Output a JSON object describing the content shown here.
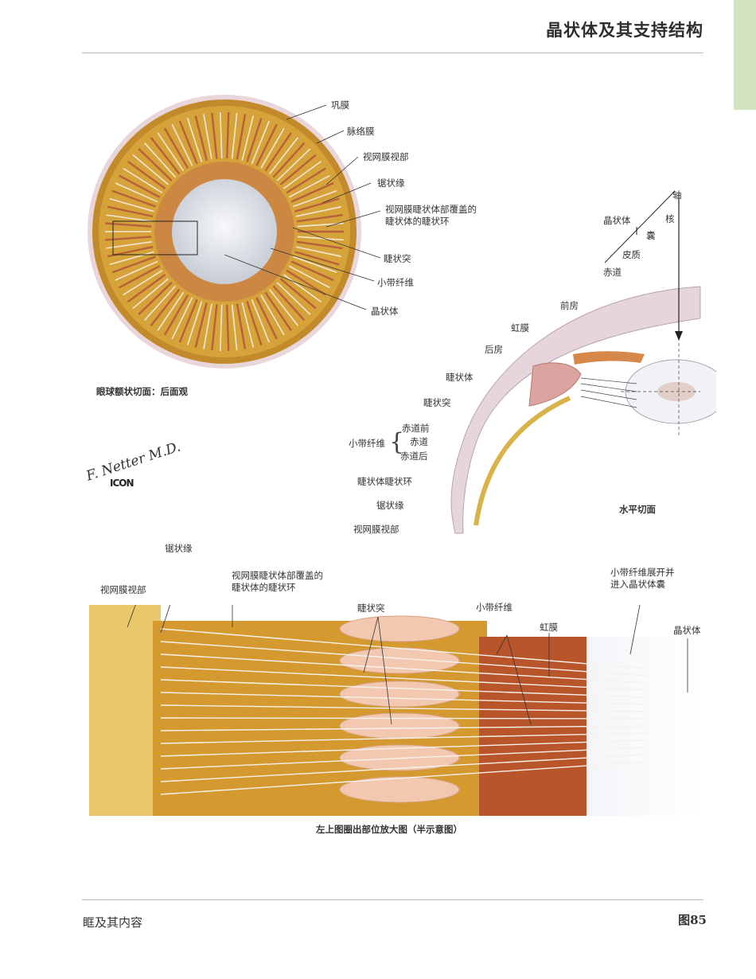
{
  "header": {
    "title": "晶状体及其支持结构"
  },
  "footer": {
    "chapter": "眶及其内容",
    "figure": "图85"
  },
  "colors": {
    "sclera": "#e8d6da",
    "choroid_gold": "#d6a33a",
    "ciliary_red": "#b5562f",
    "lens": "#e4e8ee",
    "side_tab": "#d3e4c3"
  },
  "panel_a": {
    "caption": "眼球额状切面：后面观",
    "labels": {
      "sclera": "巩膜",
      "choroid": "脉络膜",
      "retina_optic": "视网膜视部",
      "ora_serrata": "锯状缘",
      "ciliary_ring_1": "视网膜睫状体部覆盖的",
      "ciliary_ring_2": "睫状体的睫状环",
      "ciliary_process": "睫状突",
      "zonular_fibers": "小带纤维",
      "lens": "晶状体"
    }
  },
  "panel_b": {
    "caption": "水平切面",
    "labels": {
      "axis": "轴",
      "lens": "晶状体",
      "nucleus": "核",
      "capsule": "囊",
      "cortex": "皮质",
      "equator": "赤道",
      "anterior_chamber": "前房",
      "iris": "虹膜",
      "posterior_chamber": "后房",
      "ciliary_body": "睫状体",
      "ciliary_process": "睫状突",
      "zonular_group": "小带纤维",
      "pre_equatorial": "赤道前",
      "equatorial": "赤道",
      "post_equatorial": "赤道后",
      "ciliary_ring": "睫状体睫状环",
      "ora_serrata": "锯状缘",
      "retina_optic": "视网膜视部"
    }
  },
  "panel_c": {
    "caption": "左上图圈出部位放大图（半示意图）",
    "labels": {
      "ora_serrata": "锯状缘",
      "retina_optic": "视网膜视部",
      "ciliary_ring_1": "视网膜睫状体部覆盖的",
      "ciliary_ring_2": "睫状体的睫状环",
      "ciliary_process": "睫状突",
      "zonular_fibers": "小带纤维",
      "iris": "虹膜",
      "zonular_spread_1": "小带纤维展开并",
      "zonular_spread_2": "进入晶状体囊",
      "lens": "晶状体"
    }
  },
  "signature": {
    "artist": "F. Netter M.D.",
    "brand": "ICON"
  }
}
